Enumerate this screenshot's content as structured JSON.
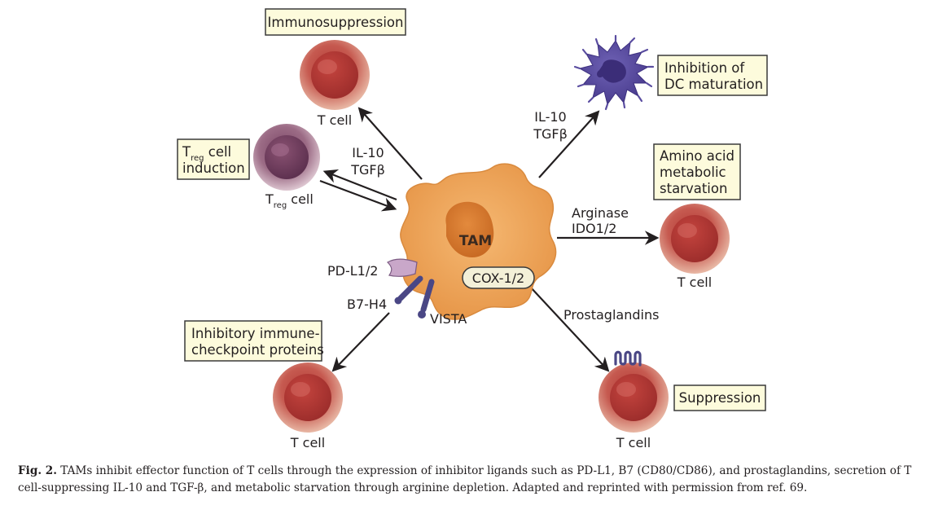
{
  "diagram": {
    "center": {
      "label": "TAM",
      "enzyme": "COX-1/2"
    },
    "boxes": {
      "immunosuppression": "Immunosuppression",
      "dc_line1": "Inhibition of",
      "dc_line2": "DC maturation",
      "treg_main": "T",
      "treg_sub": "reg",
      "treg_rest": " cell",
      "treg_line2": "induction",
      "amino_line1": "Amino acid",
      "amino_line2": "metabolic",
      "amino_line3": "starvation",
      "checkpoint_line1": "Inhibitory immune-",
      "checkpoint_line2": "checkpoint proteins",
      "suppression": "Suppression"
    },
    "cells": {
      "tcell": "T cell",
      "treg_main": "T",
      "treg_sub": "reg",
      "treg_rest": " cell"
    },
    "mediators": {
      "il10": "IL-10",
      "tgfb": "TGFβ",
      "arginase": "Arginase",
      "ido": "IDO1/2",
      "prostaglandins": "Prostaglandins",
      "pdl1": "PD-L1/2",
      "b7h4": "B7-H4",
      "vista": "VISTA"
    },
    "colors": {
      "box_fill": "#fdfbdc",
      "tam": "#efa65a",
      "tcell": "#c0534b",
      "treg": "#8e5a76",
      "dc": "#5a4da0",
      "checkpoint": "#4a4785"
    }
  },
  "caption": {
    "label": "Fig. 2.",
    "text": " TAMs inhibit effector function of T cells through the expression of inhibitor ligands such as PD-L1, B7 (CD80/CD86), and prostaglandins, secretion of T cell-suppressing IL-10 and TGF-β, and metabolic starvation through arginine depletion. Adapted and reprinted with permission from ref. 69."
  }
}
